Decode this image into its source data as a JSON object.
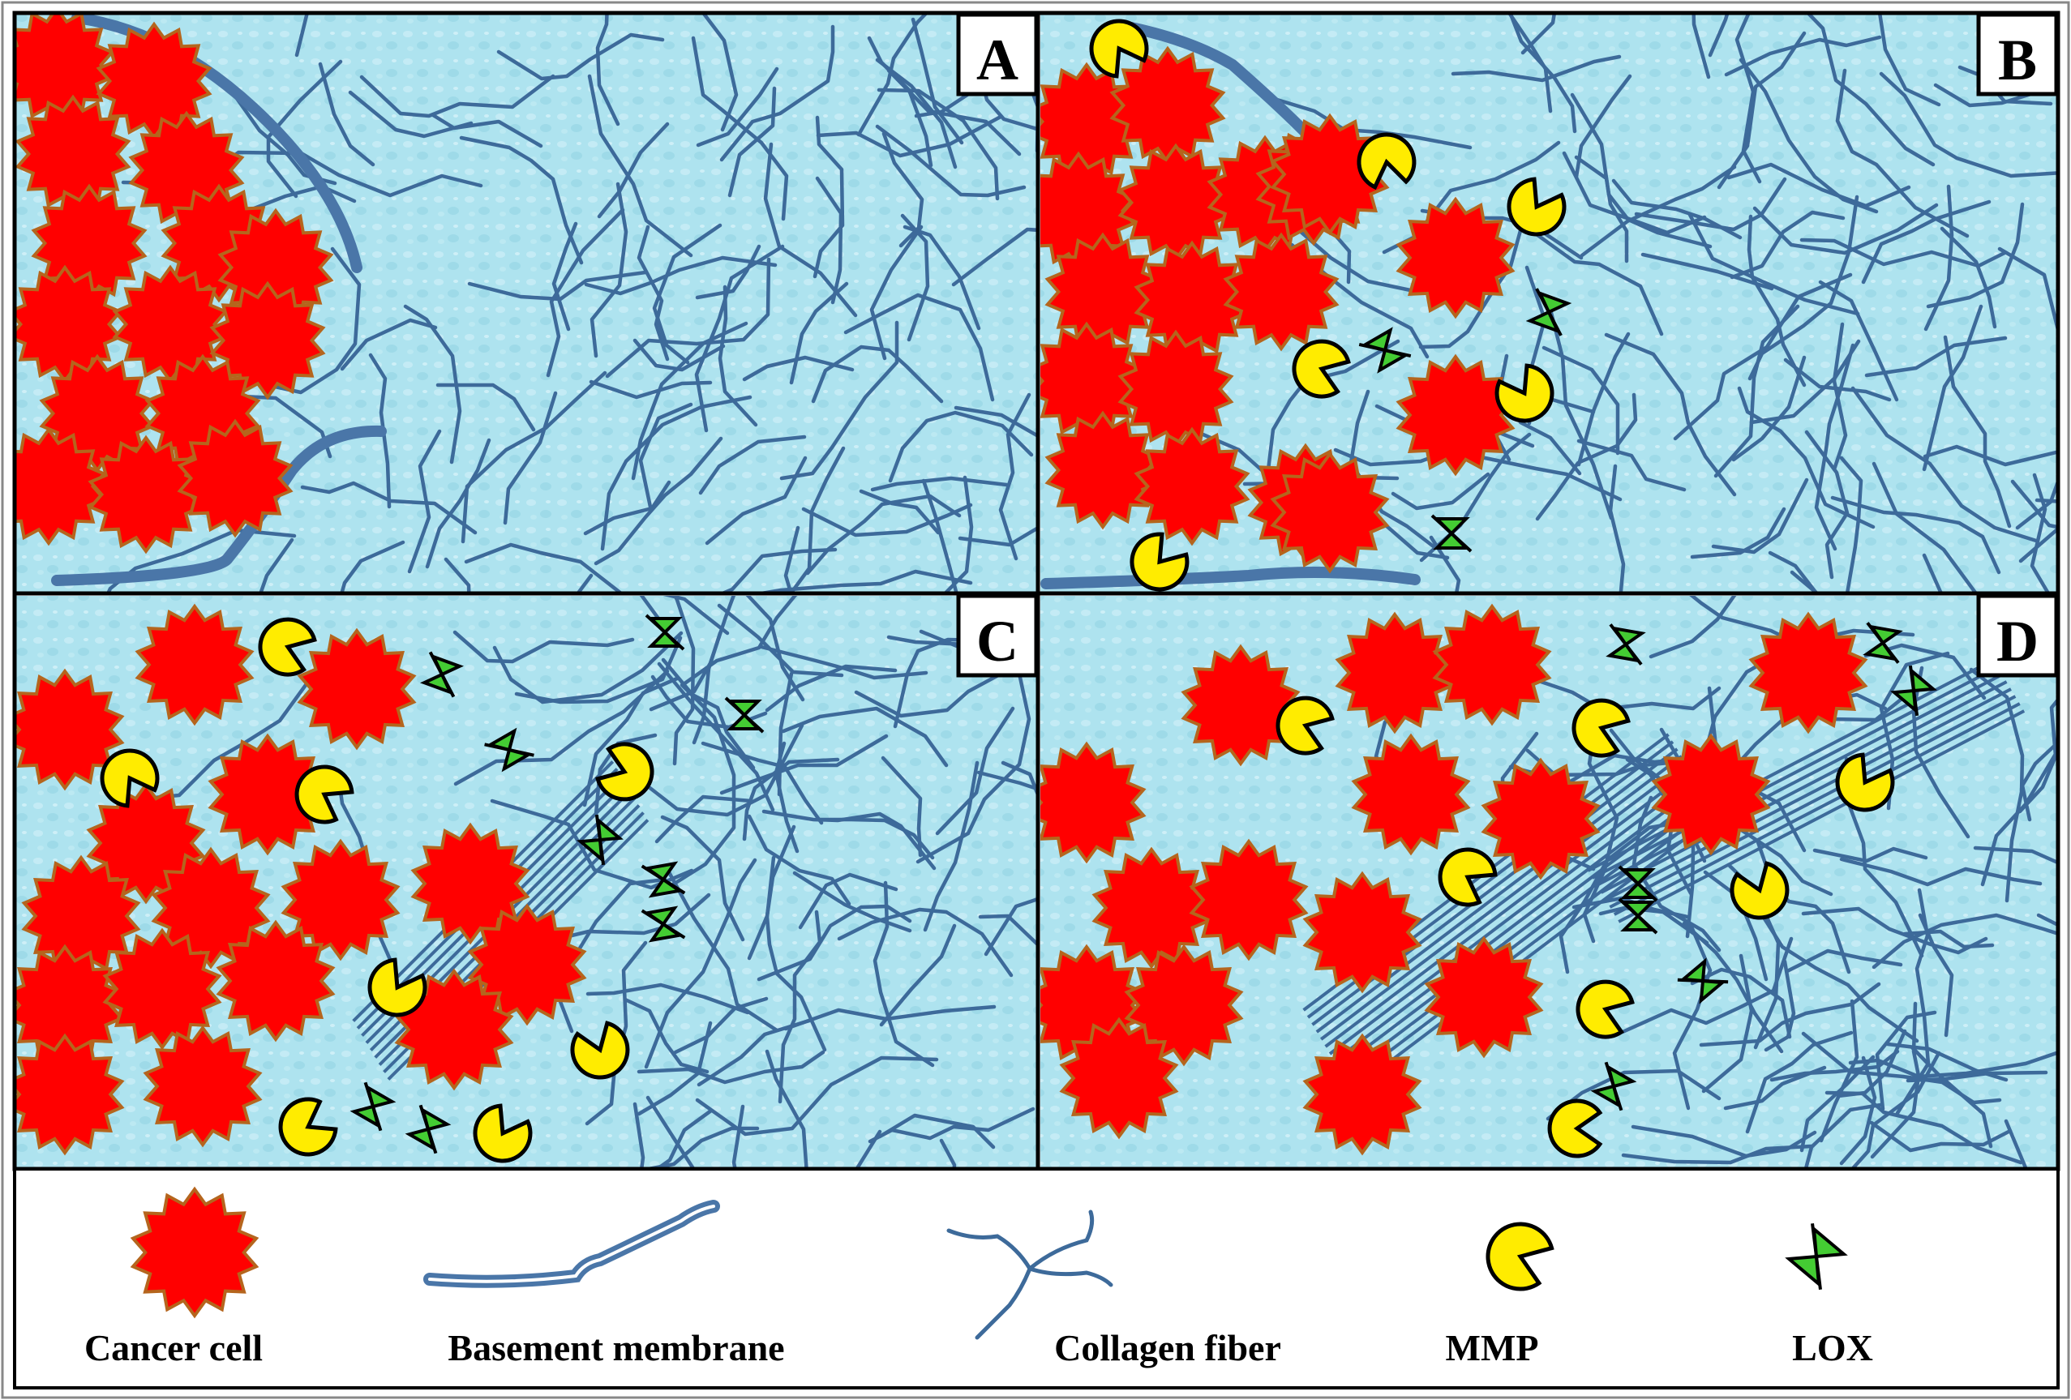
{
  "panels": [
    {
      "id": "A",
      "label": "A"
    },
    {
      "id": "B",
      "label": "B"
    },
    {
      "id": "C",
      "label": "C"
    },
    {
      "id": "D",
      "label": "D"
    }
  ],
  "legend": {
    "cancer_cell": "Cancer cell",
    "basement_membrane": "Basement membrane",
    "collagen_fiber": "Collagen fiber",
    "mmp": "MMP",
    "lox": "LOX"
  },
  "colors": {
    "background": "#aee3ef",
    "cell_fill": "#ff0000",
    "cell_stroke": "#b5651d",
    "fiber": "#3d6a9a",
    "membrane": "#4a76a8",
    "mmp": "#ffec00",
    "lox": "#44cc33",
    "border": "#000000"
  },
  "icons": {
    "cancer_cell": "starburst-icon",
    "basement_membrane": "double-line-icon",
    "collagen_fiber": "branched-fiber-icon",
    "mmp": "pacman-icon",
    "lox": "hourglass-icon"
  }
}
